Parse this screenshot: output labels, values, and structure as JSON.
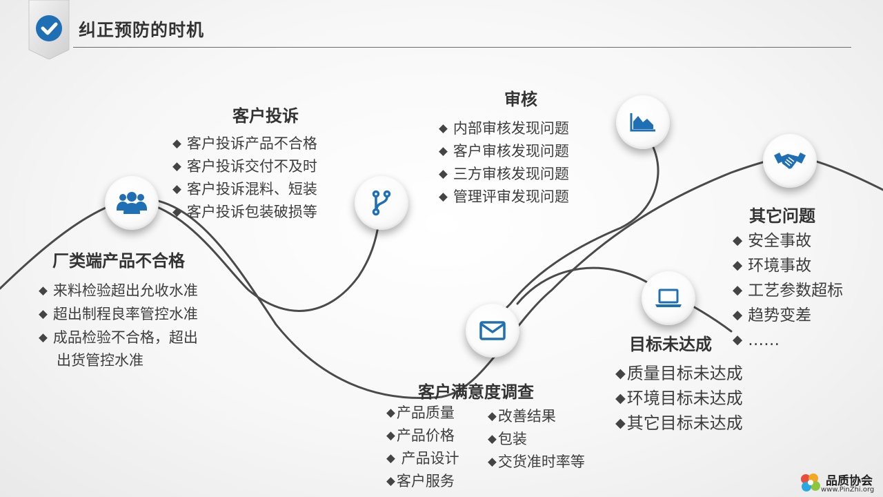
{
  "header": {
    "title": "纠正预防的时机"
  },
  "colors": {
    "accent": "#1f6fb5",
    "line": "#4a4a4a"
  },
  "nodes": [
    {
      "key": "factory",
      "icon": "users-icon",
      "heading": "厂类端产品不合格",
      "items": [
        "来料检验超出允收水准",
        "超出制程良率管控水准",
        "成品检验不合格，超出",
        "出货管控水准"
      ]
    },
    {
      "key": "complaint",
      "icon": "branch-icon",
      "heading": "客户投诉",
      "items": [
        "客户投诉产品不合格",
        "客户投诉交付不及时",
        "客户投诉混料、短装",
        "客户投诉包装破损等"
      ]
    },
    {
      "key": "satisfaction",
      "icon": "mail-icon",
      "heading": "客户满意度调查",
      "items_left": [
        "产品质量",
        "产品价格",
        " 产品设计",
        "客户服务"
      ],
      "items_right": [
        "改善结果",
        "包装",
        "交货准时率等"
      ]
    },
    {
      "key": "audit",
      "icon": "area-chart-icon",
      "heading": "审核",
      "items": [
        "内部审核发现问题",
        "客户审核发现问题",
        "三方审核发现问题",
        "管理评审发现问题"
      ]
    },
    {
      "key": "target",
      "icon": "laptop-icon",
      "heading": "目标未达成",
      "items": [
        "质量目标未达成",
        "环境目标未达成",
        "其它目标未达成"
      ]
    },
    {
      "key": "other",
      "icon": "handshake-icon",
      "heading": "其它问题",
      "items": [
        "安全事故",
        "环境事故",
        "工艺参数超标",
        "趋势变差",
        "……"
      ]
    }
  ],
  "bullet": "◆",
  "footer": {
    "logo_name": "品质协会",
    "logo_url": "www.PinZhi.org"
  }
}
